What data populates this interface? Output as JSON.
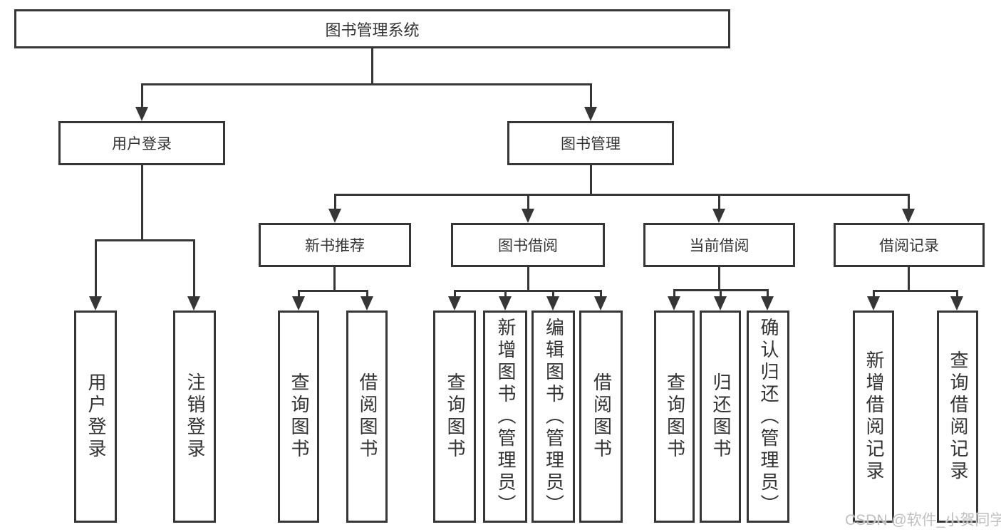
{
  "diagram": {
    "title": "图书管理系统",
    "user_login": {
      "label": "用户登录",
      "children": [
        "用户登录",
        "注销登录"
      ]
    },
    "book_management": {
      "label": "图书管理",
      "sections": [
        {
          "label": "新书推荐",
          "children": [
            "查询图书",
            "借阅图书"
          ]
        },
        {
          "label": "图书借阅",
          "children": [
            "查询图书",
            "新增图书（管理员）",
            "编辑图书（管理员）",
            "借阅图书"
          ]
        },
        {
          "label": "当前借阅",
          "children": [
            "查询图书",
            "归还图书",
            "确认归还（管理员）"
          ]
        },
        {
          "label": "借阅记录",
          "children": [
            "新增借阅记录",
            "查询借阅记录"
          ]
        }
      ]
    }
  },
  "watermark": "CSDN @软件_小贺同学",
  "colors": {
    "line": "#363636",
    "text": "#333333",
    "watermark": "#c0c0c0",
    "background": "#ffffff"
  }
}
